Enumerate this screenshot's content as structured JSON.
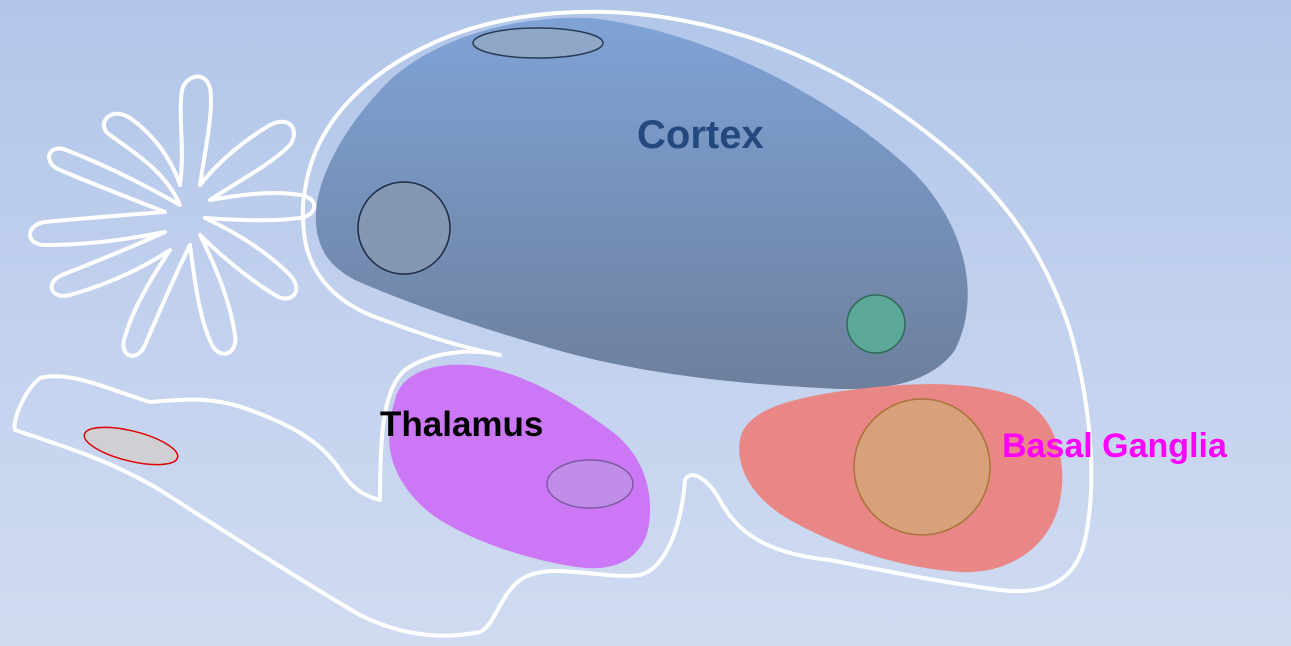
{
  "diagram": {
    "regions": [
      {
        "key": "cortex",
        "label": "Cortex",
        "color": "#23497f"
      },
      {
        "key": "thalamus",
        "label": "Thalamus",
        "color": "#000000"
      },
      {
        "key": "basal_ganglia",
        "label": "Basal Ganglia",
        "color": "#ff00ff"
      }
    ],
    "fills": {
      "cortex": "#6f8fc4",
      "thalamus": "#cc77f6",
      "basal_ganglia": "#e98686",
      "outline": "#ffffff"
    }
  }
}
